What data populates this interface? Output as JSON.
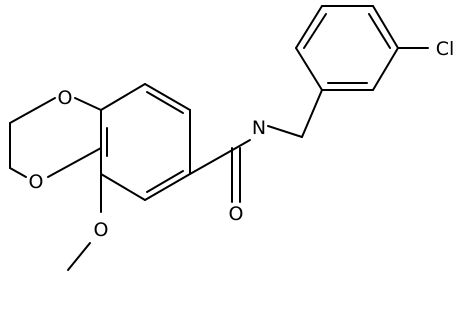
{
  "structure": {
    "atoms": {
      "o_ring_top": "O",
      "o_ring_bottom": "O",
      "o_methoxy": "O",
      "o_carbonyl": "O",
      "n_amide": "N",
      "cl": "Cl"
    }
  }
}
